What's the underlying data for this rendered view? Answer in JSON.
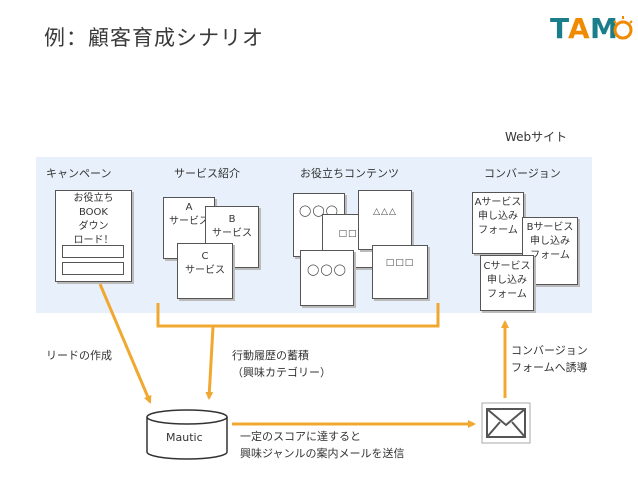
{
  "header": {
    "title": "例：顧客育成シナリオ",
    "logo_text": "TAMO"
  },
  "web_label": "Webサイト",
  "columns": [
    "キャンペーン",
    "サービス紹介",
    "お役立ちコンテンツ",
    "コンバージョン"
  ],
  "campaign": {
    "form_lines": [
      "お役立ち",
      "BOOK",
      "ダウン",
      "ロード！"
    ]
  },
  "service": {
    "a": [
      "A",
      "サービス"
    ],
    "b": [
      "B",
      "サービス"
    ],
    "c": [
      "C",
      "サービス"
    ]
  },
  "content": {
    "circles_top": "◯◯◯",
    "triangles": "△△△",
    "squares_mid": "□□",
    "circles_bottom": "◯◯◯",
    "squares_right": "□□□"
  },
  "conversion": {
    "a": [
      "Aサービス",
      "申し込み",
      "フォーム"
    ],
    "b": [
      "Bサービス",
      "申し込み",
      "フォーム"
    ],
    "c": [
      "Cサービス",
      "申し込み",
      "フォーム"
    ]
  },
  "notes": {
    "lead": "リードの作成",
    "history": [
      "行動履歴の蓄積",
      "（興味カテゴリー）"
    ],
    "conversion_nav": [
      "コンバージョン",
      "フォームへ誘導"
    ],
    "score": [
      "一定のスコアに達すると",
      "興味ジャンルの案内メールを送信"
    ]
  },
  "db_label": "Mautic",
  "colors": {
    "band": "#e8f1fb",
    "arrow": "#f0a830",
    "logo_orange": "#f08a00",
    "logo_teal": "#1a7e8a"
  },
  "icons": [
    "envelope-icon",
    "database-icon",
    "logo-icon"
  ]
}
